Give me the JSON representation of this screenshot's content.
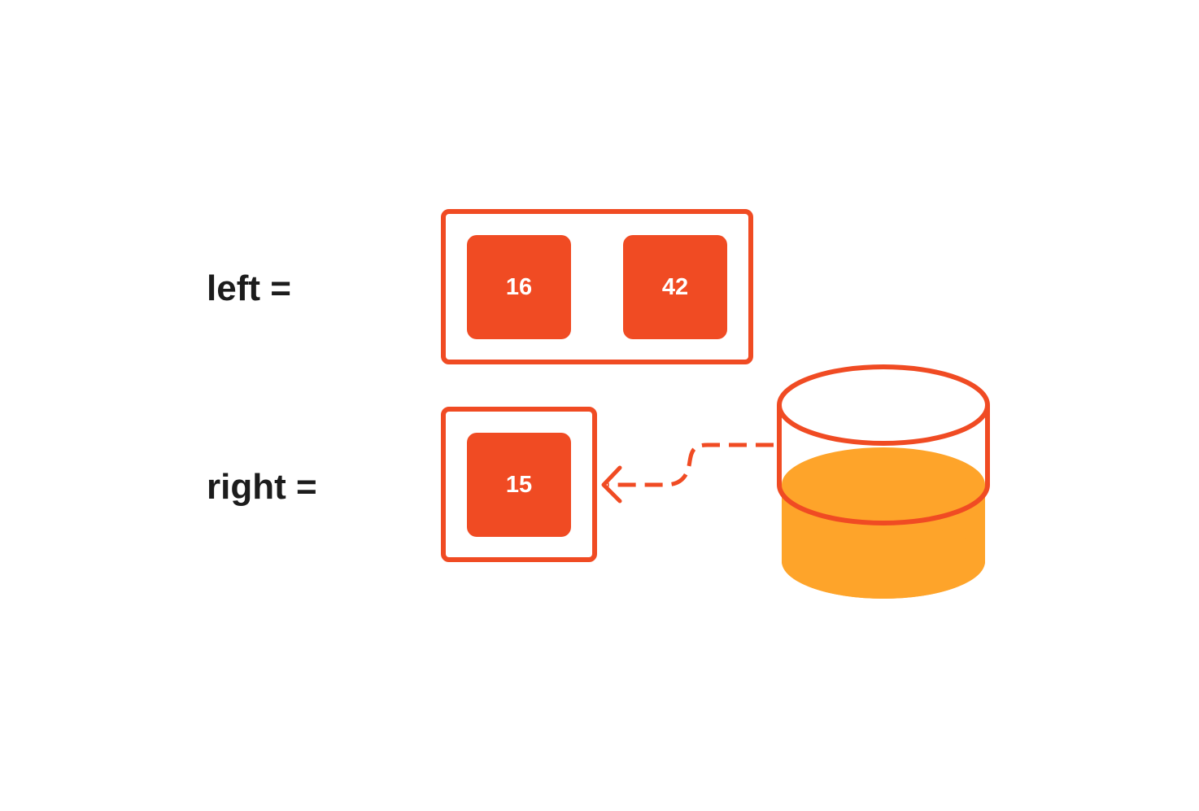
{
  "labels": {
    "left": "left =",
    "right": "right ="
  },
  "left_array": {
    "values": [
      "16",
      "42"
    ]
  },
  "right_array": {
    "values": [
      "15"
    ]
  },
  "colors": {
    "accent": "#f04b23",
    "fill": "#fea42a",
    "text": "#1c1c1c",
    "background": "#ffffff"
  },
  "icons": {
    "source": "database-cylinder-icon",
    "connector": "dashed-arrow-left"
  }
}
